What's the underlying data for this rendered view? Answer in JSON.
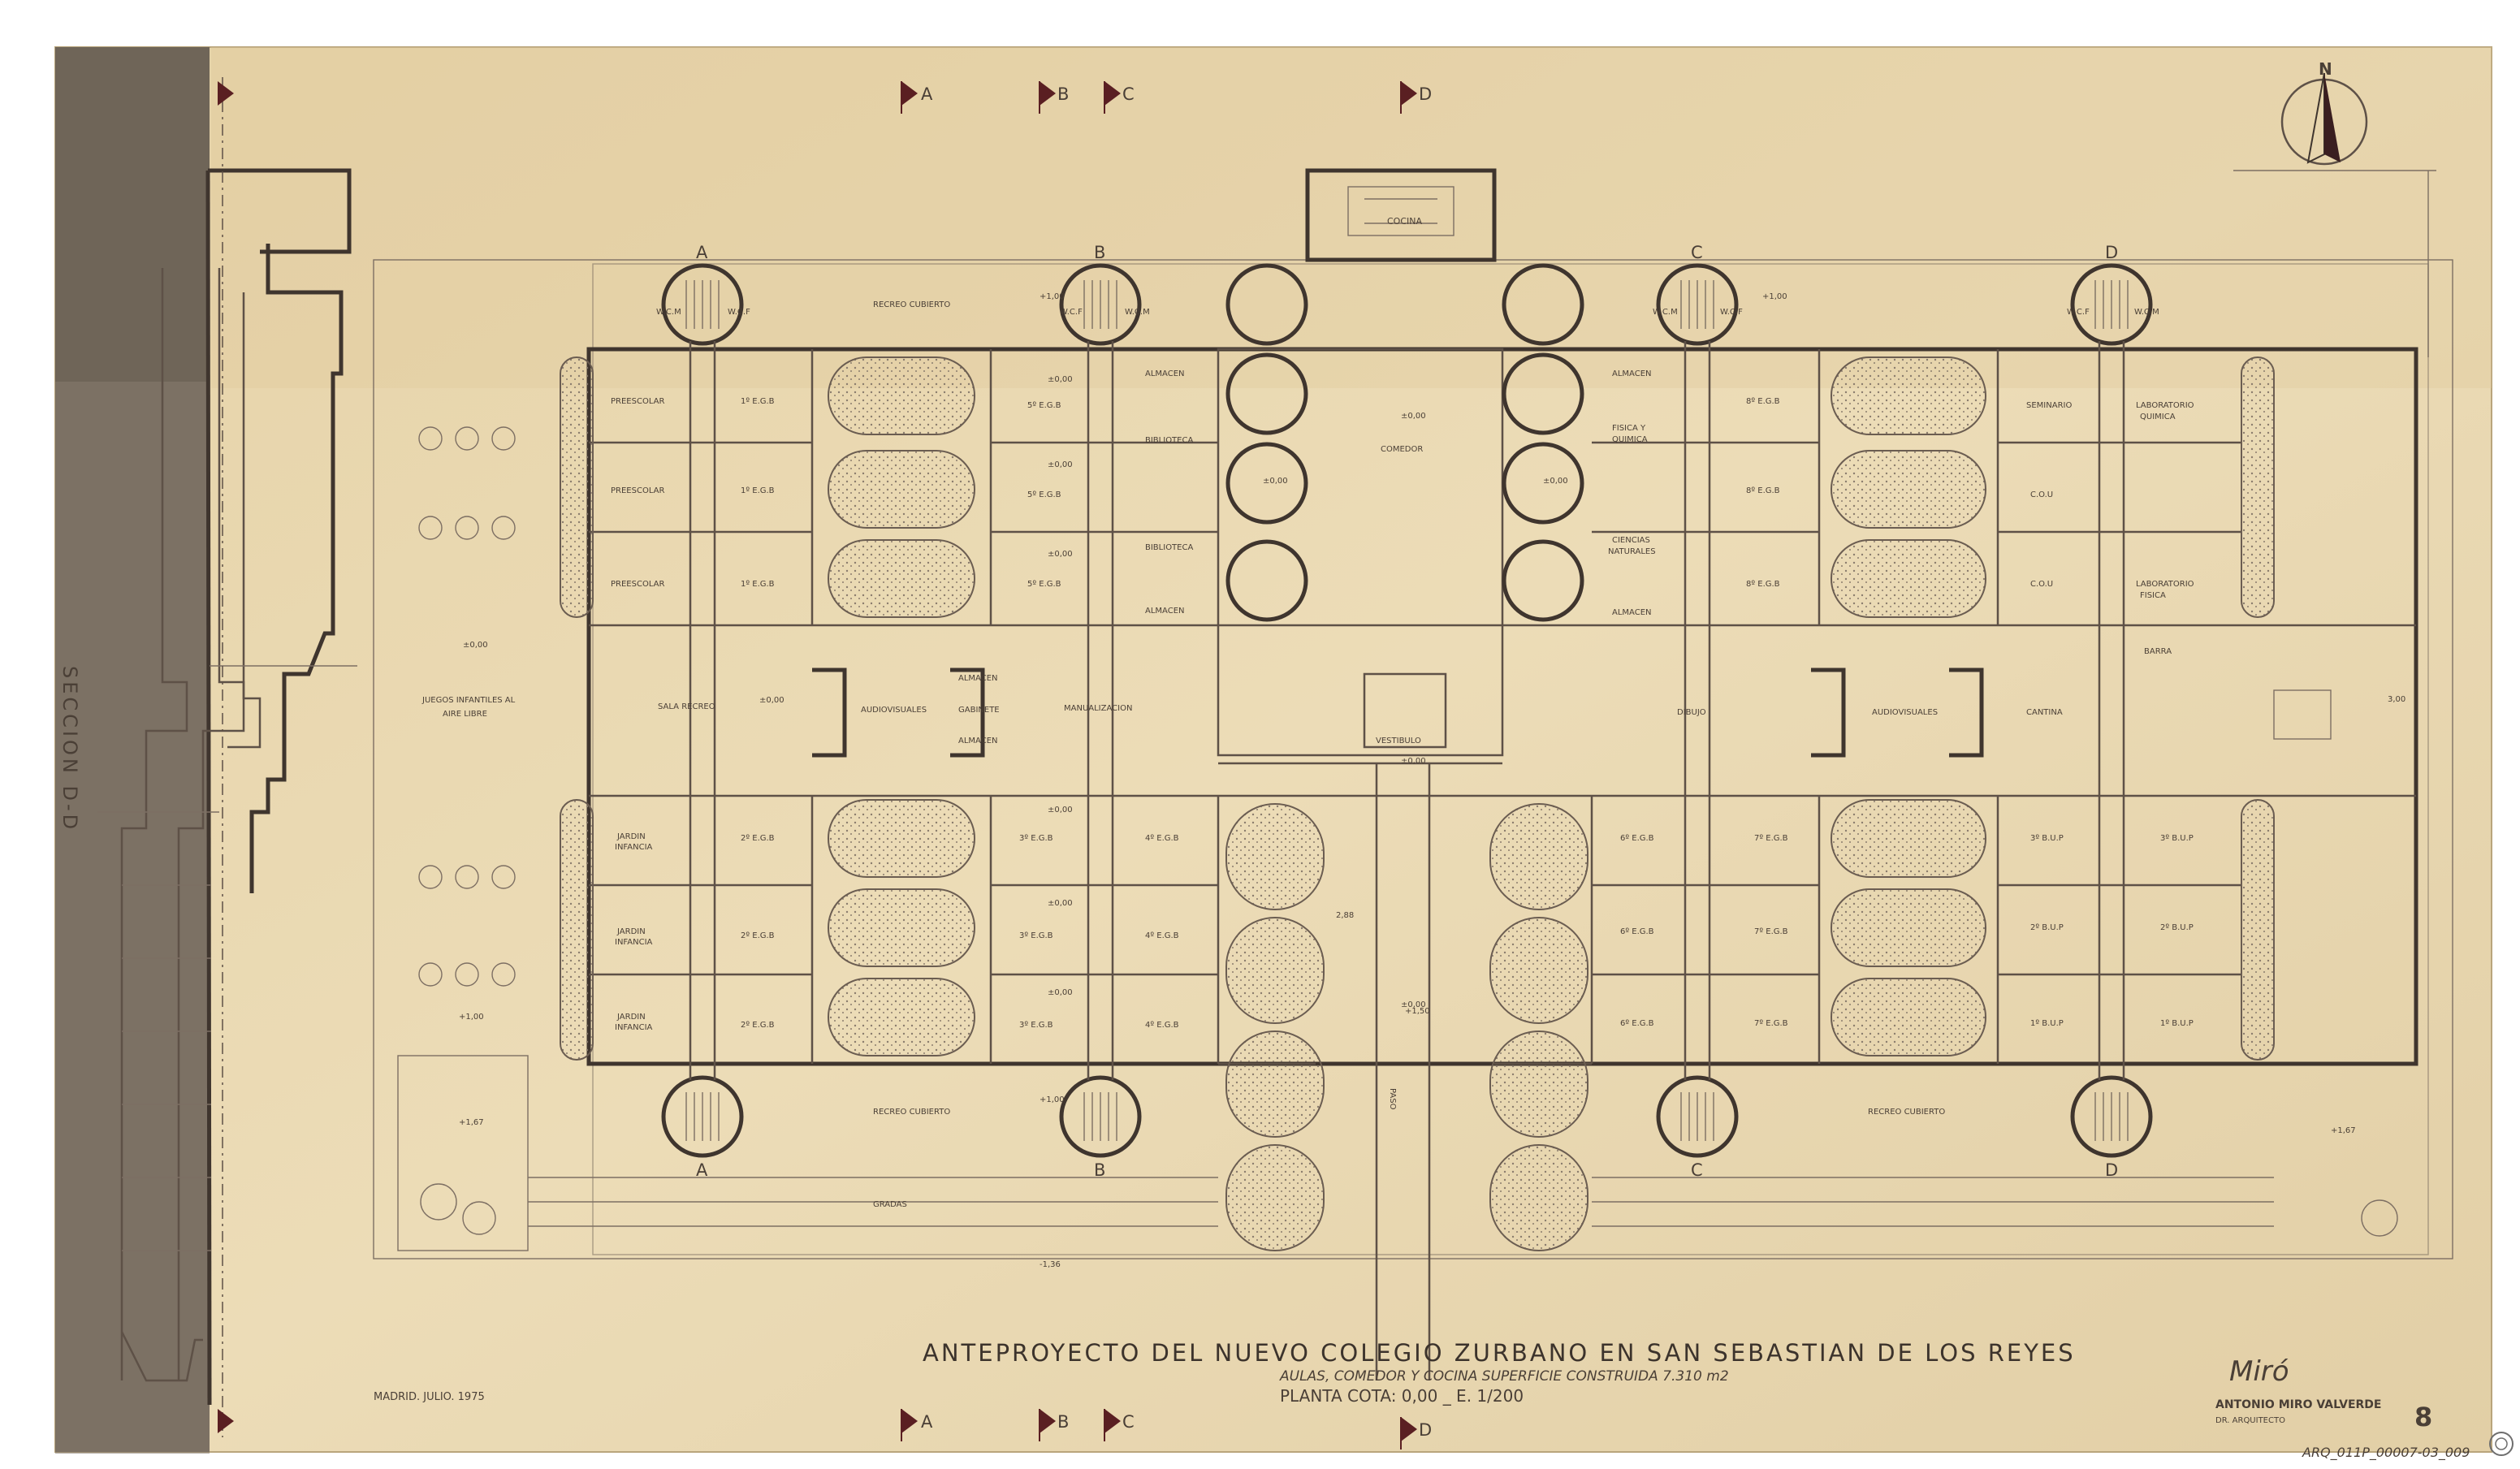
{
  "section": {
    "label": "SECCION D-D",
    "markers": [
      "A",
      "B",
      "C",
      "D"
    ]
  },
  "north": {
    "label": "N"
  },
  "columns": {
    "labels": [
      "A",
      "B",
      "C",
      "D"
    ]
  },
  "rooms": {
    "kitchen": "COCINA",
    "dining": "COMEDOR",
    "vestibule": "VESTIBULO",
    "paso": "PASO",
    "gradas": "GRADAS",
    "recreo_cubierto": "RECREO CUBIERTO",
    "juegos": [
      "JUEGOS INFANTILES AL",
      "AIRE LIBRE"
    ],
    "wcm": "W.C.M",
    "wcf": "W.C.F",
    "west": {
      "preescolar": "PREESCOLAR",
      "egb1": "1º E.G.B",
      "sala_recreo": "SALA RECREO",
      "audiovisuales": "AUDIOVISUALES",
      "almacen": "ALMACEN",
      "gabinete": "GABINETE",
      "manualizacion": "MANUALIZACION",
      "biblioteca": "BIBLIOTECA",
      "egb5": "5º E.G.B",
      "jardin": [
        "JARDIN",
        "INFANCIA"
      ],
      "egb2": "2º E.G.B",
      "egb3": "3º E.G.B",
      "egb4": "4º E.G.B"
    },
    "east": {
      "almacen": "ALMACEN",
      "fisica": [
        "FISICA Y",
        "QUIMICA"
      ],
      "ciencias": [
        "CIENCIAS",
        "NATURALES"
      ],
      "egb8": "8º E.G.B",
      "seminario": "SEMINARIO",
      "cou": "C.O.U",
      "lab_quimica": [
        "LABORATORIO",
        "QUIMICA"
      ],
      "lab_fisica": [
        "LABORATORIO",
        "FISICA"
      ],
      "barra": "BARRA",
      "dibujo": "DIBUJO",
      "audiovisuales": "AUDIOVISUALES",
      "cantina": "CANTINA",
      "egb6": "6º E.G.B",
      "egb7": "7º E.G.B",
      "bup3": "3º B.U.P",
      "bup2": "2º B.U.P",
      "bup1": "1º B.U.P"
    }
  },
  "levels": [
    "±0,00",
    "+1,00",
    "+1,67",
    "-1,36",
    "2,88",
    "+1,50",
    "3,00"
  ],
  "title_block": {
    "title": "ANTEPROYECTO DEL NUEVO COLEGIO ZURBANO EN SAN SEBASTIAN DE LOS REYES",
    "subtitle": "AULAS, COMEDOR Y COCINA  SUPERFICIE  CONSTRUIDA  7.310 m2",
    "plan": "PLANTA COTA: 0,00  _  E. 1/200",
    "date": "MADRID. JULIO. 1975",
    "architect": "ANTONIO MIRO VALVERDE",
    "architect_role": "DR. ARQUITECTO",
    "signature": "Miró",
    "sheet_number": "8",
    "archive_ref": "ARQ_011P_00007-03_009"
  },
  "colors": {
    "paper": "#e9d7b0",
    "paper_light": "#efe0bd",
    "section_band": "#6f6558",
    "ink": "#4a3f36",
    "marker": "#5a1f22"
  }
}
